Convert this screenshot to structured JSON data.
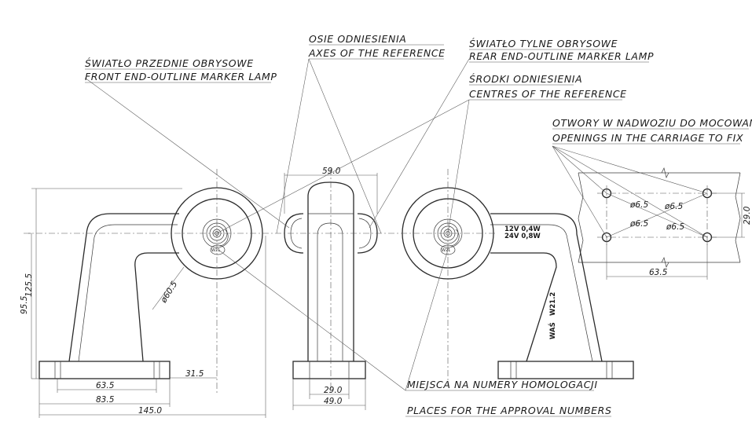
{
  "labels": {
    "axes_pl": "OSIE ODNIESIENIA",
    "axes_en": "AXES OF THE REFERENCE",
    "rear_pl": "ŚWIATŁO TYLNE OBRYSOWE",
    "rear_en": "REAR END-OUTLINE MARKER LAMP",
    "centres_pl": "ŚRODKI ODNIESIENIA",
    "centres_en": "CENTRES OF THE REFERENCE",
    "front_pl": "ŚWIATŁO PRZEDNIE OBRYSOWE",
    "front_en": "FRONT END-OUTLINE MARKER LAMP",
    "openings_pl": "OTWORY W NADWOZIU DO MOCOWANIA",
    "openings_en": "OPENINGS IN THE CARRIAGE TO FIX",
    "approval_pl": "MIEJSCA NA NUMERY HOMOLOGACJI",
    "approval_en": "PLACES FOR THE APPROVAL NUMBERS"
  },
  "dimensions": {
    "d_125_5": "125.5",
    "d_95_5": "95.5",
    "d_63_5_left": "63.5",
    "d_83_5": "83.5",
    "d_145_0": "145.0",
    "d_31_5": "31.5",
    "d_dia_60_5": "ø60.5",
    "d_59_0": "59.0",
    "d_29_0_mid": "29.0",
    "d_49_0": "49.0",
    "d_hole_1": "ø6.5",
    "d_hole_2": "ø6.5",
    "d_hole_3": "ø6.5",
    "d_hole_4": "ø6.5",
    "d_29_0_right": "29.0",
    "d_63_5_right": "63.5"
  },
  "markings": {
    "voltage_1": "12V 0,4W",
    "voltage_2": "24V 0,8W",
    "was": "WAŚ",
    "code": "W21.2",
    "homologation": "W21"
  }
}
